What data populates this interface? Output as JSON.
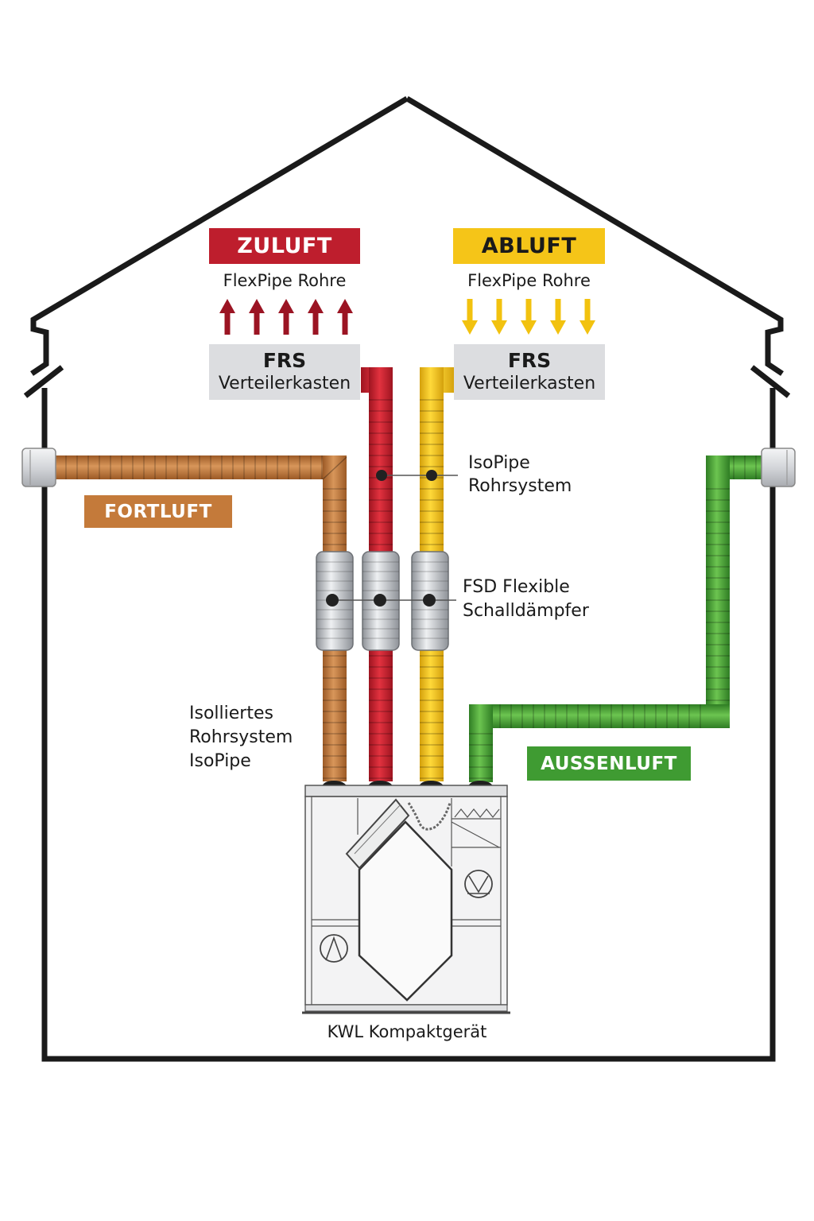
{
  "title": "KWL Lüftungssystem Übersicht",
  "colors": {
    "zuluft": "#be1e2d",
    "abluft": "#f5c518",
    "fortluft": "#c47a3a",
    "aussenluft": "#3f9b32",
    "frs_box": "#dcdde0",
    "house_outline": "#1a1a1a"
  },
  "zuluft": {
    "badge": "ZULUFT",
    "pipe_label": "FlexPipe Rohre",
    "arrow_direction": "up",
    "arrow_count": 5,
    "box_title": "FRS",
    "box_subtitle": "Verteilerkasten"
  },
  "abluft": {
    "badge": "ABLUFT",
    "pipe_label": "FlexPipe Rohre",
    "arrow_direction": "down",
    "arrow_count": 5,
    "box_title": "FRS",
    "box_subtitle": "Verteilerkasten"
  },
  "fortluft": {
    "badge": "FORTLUFT"
  },
  "aussenluft": {
    "badge": "AUSSENLUFT"
  },
  "callouts": {
    "isopipe": "IsoPipe\nRohrsystem",
    "fsd": "FSD Flexible\nSchalldämpfer",
    "isoliert": "Isolliertes\nRohrsystem\nIsoPipe"
  },
  "unit": {
    "label": "KWL Kompaktgerät",
    "icons": [
      "heat-exchanger-icon",
      "fan-icon",
      "fan-icon",
      "filter-icon"
    ]
  }
}
